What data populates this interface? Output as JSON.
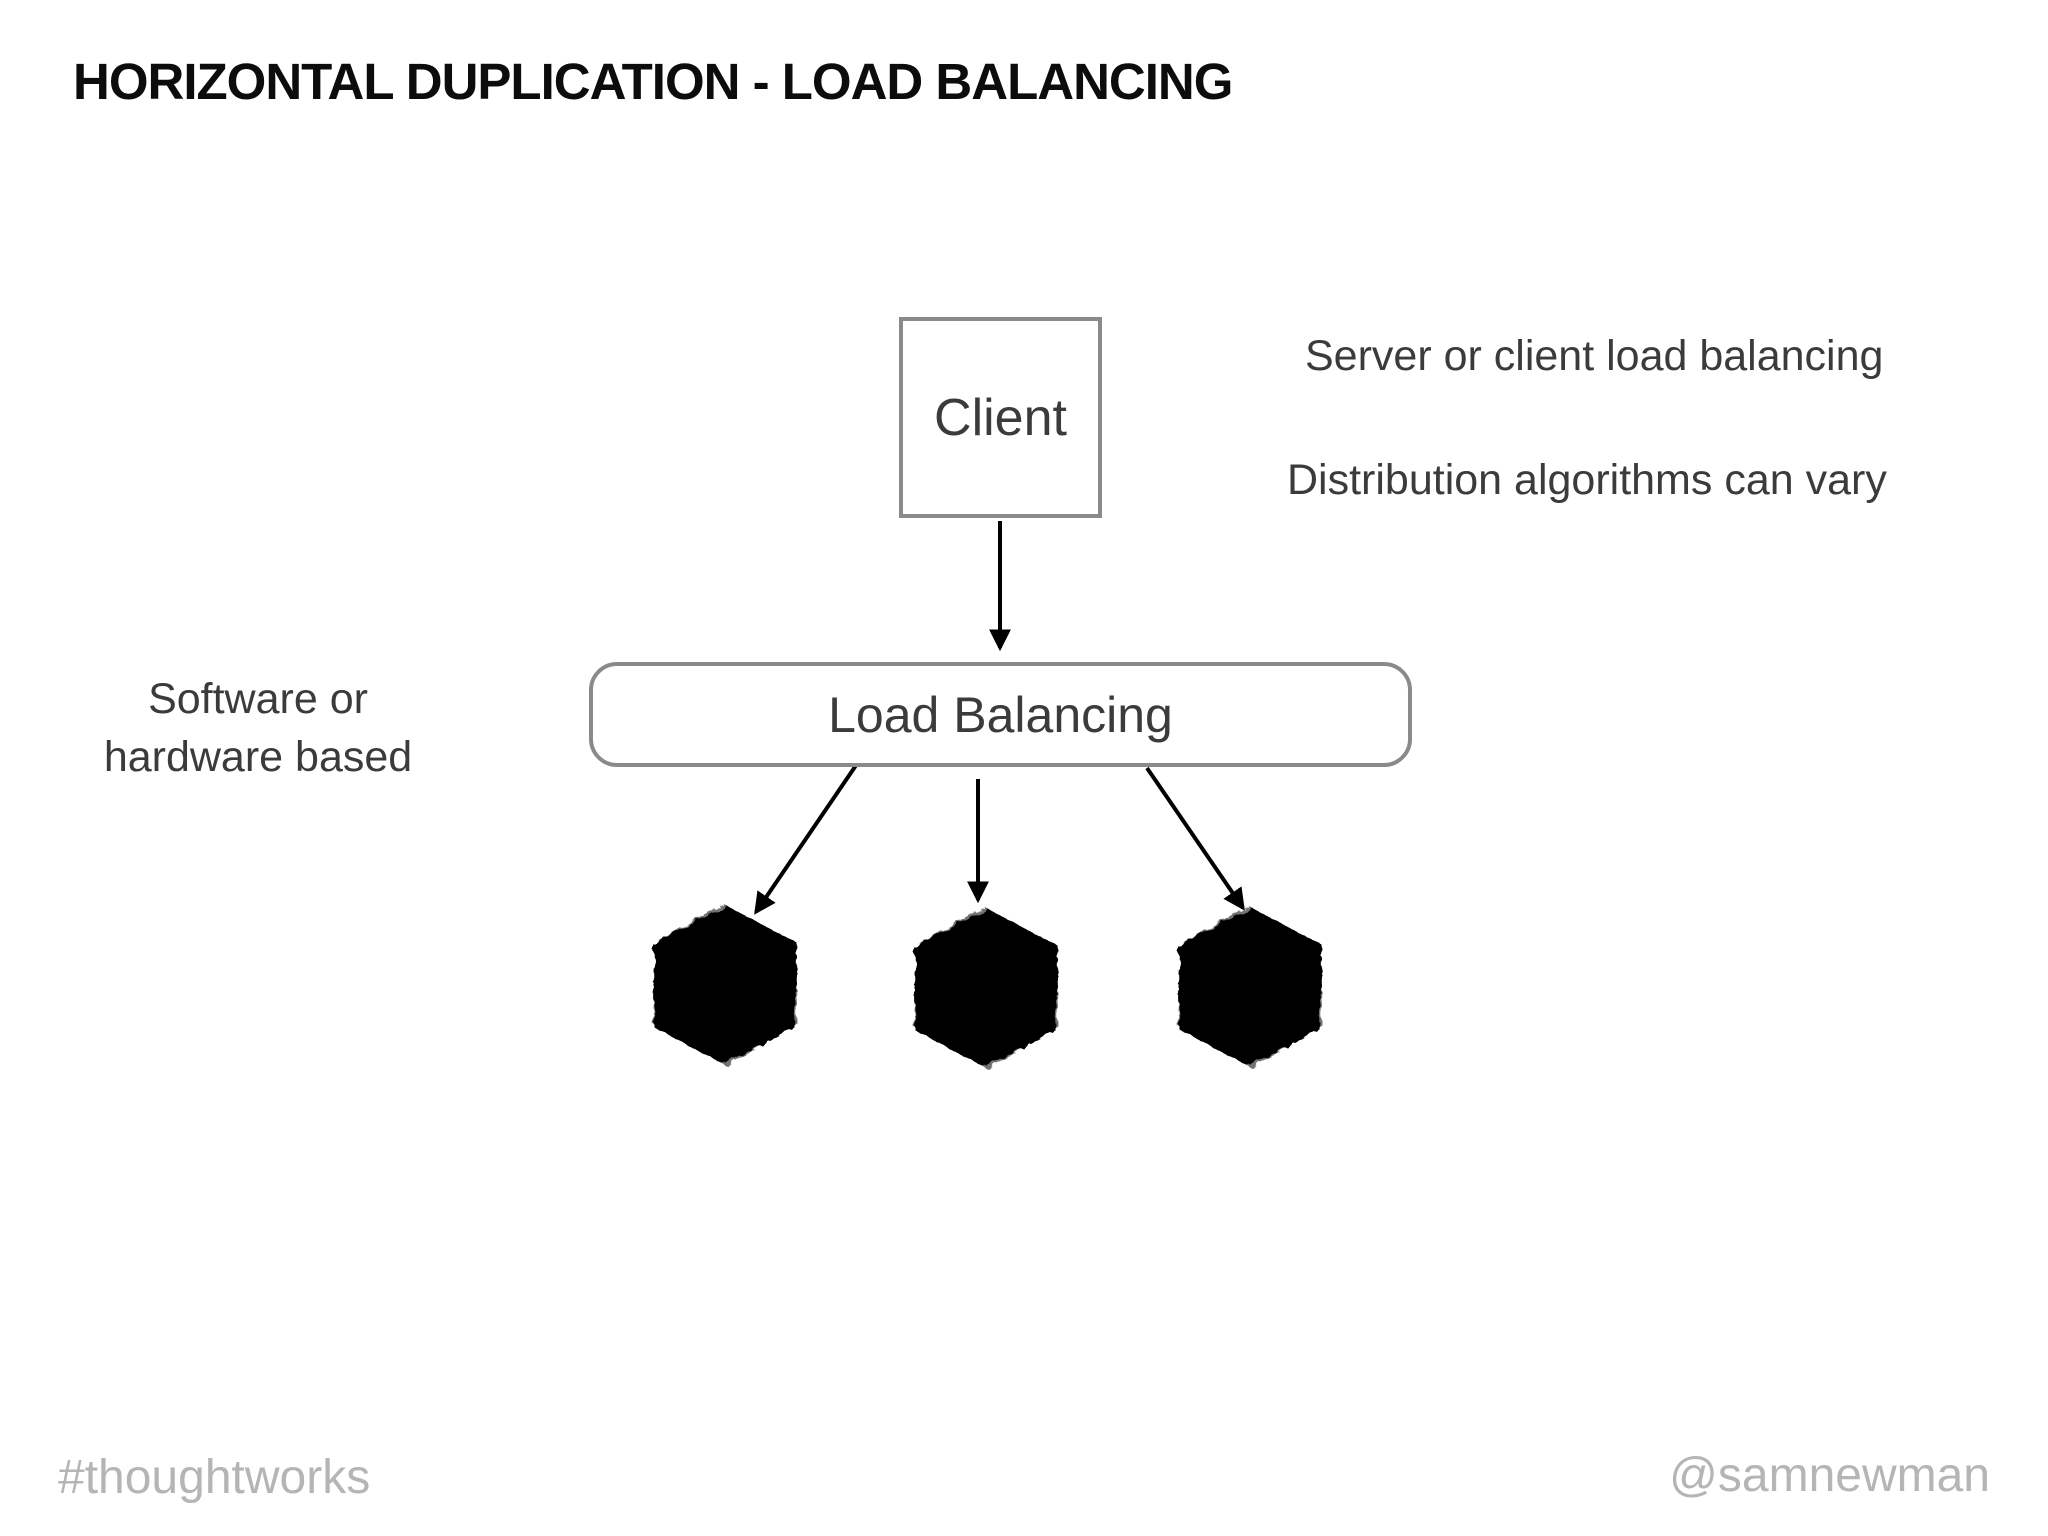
{
  "slide": {
    "title": "HORIZONTAL DUPLICATION - LOAD BALANCING",
    "nodes": {
      "client": {
        "label": "Client"
      },
      "load_balancer": {
        "label": "Load Balancing"
      },
      "server_instances": 3
    },
    "annotations": {
      "right_top": "Server or client load balancing",
      "right_bottom": "Distribution algorithms can vary",
      "left_line1": "Software or",
      "left_line2": "hardware based"
    },
    "footer": {
      "left": "#thoughtworks",
      "right": "@samnewman"
    },
    "colors": {
      "title": "#0c0c0c",
      "text_dark": "#3b3b3b",
      "box_border": "#8a8a8a",
      "hex_stroke": "#9a9a9a",
      "arrow": "#000000",
      "footer_gray": "#b5b5b5",
      "bg": "#ffffff"
    }
  }
}
